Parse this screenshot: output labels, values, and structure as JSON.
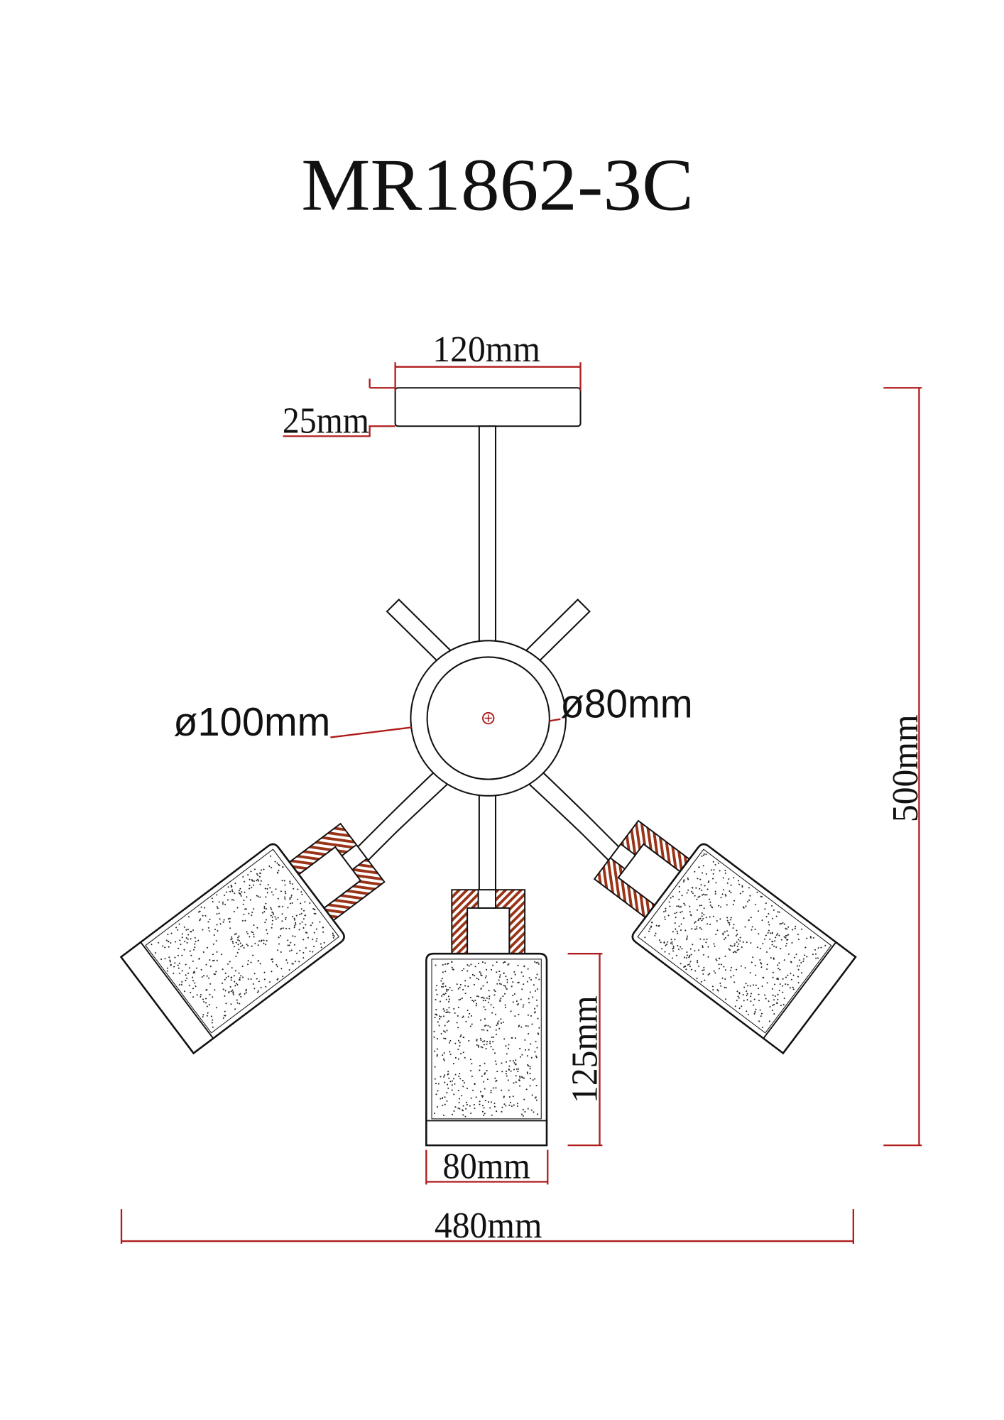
{
  "title": "MR1862-3C",
  "dimensions": {
    "canopy_width": "120mm",
    "canopy_height": "25mm",
    "ring_outer_diameter": "ø100mm",
    "ring_inner_diameter": "ø80mm",
    "total_height": "500mm",
    "shade_height": "125mm",
    "shade_width": "80mm",
    "total_width": "480mm"
  },
  "colors": {
    "dimension": "#b01c1c",
    "hatch": "#8b3a1e",
    "line": "#111111"
  }
}
